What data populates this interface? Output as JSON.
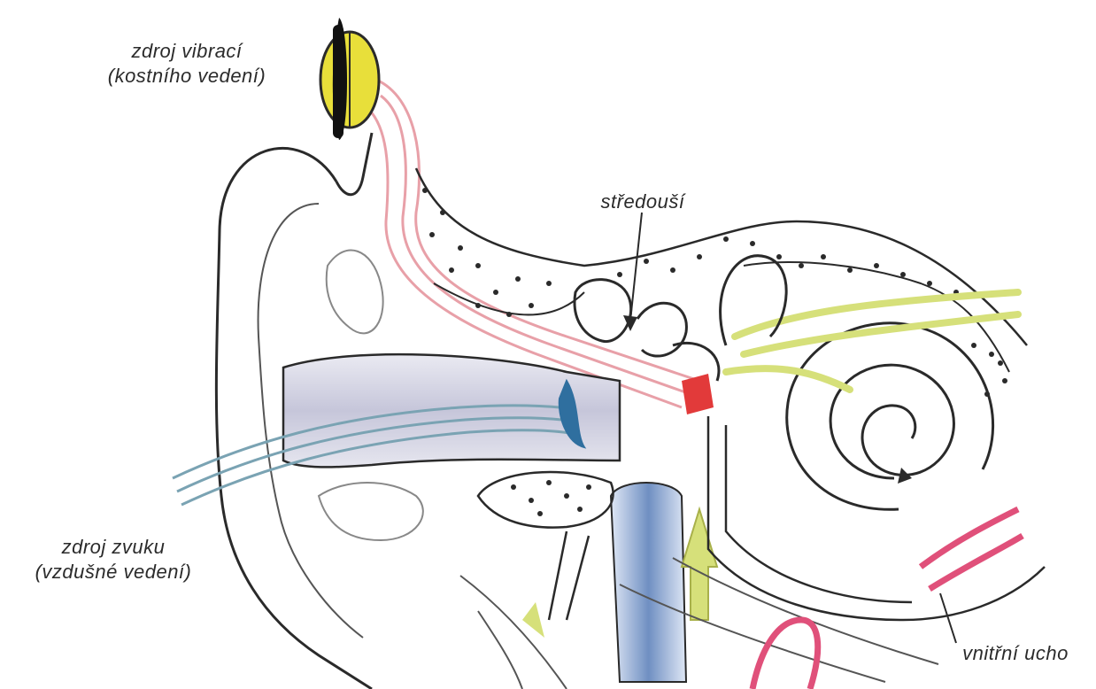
{
  "labels": {
    "bone_source": [
      "zdroj vibrací",
      "(kostního vedení)"
    ],
    "air_source": [
      "zdroj zvuku",
      "(vzdušné vedení)"
    ],
    "middle_ear": "středouší",
    "inner_ear": "vnitřní ucho"
  },
  "colors": {
    "outline": "#2a2a2a",
    "bone_path": "#e8a0a8",
    "vibrator": "#e8df3a",
    "canal_shade": "#c9c9dd",
    "air_waves": "#7aa3b3",
    "eardrum_blue": "#2f6f9f",
    "stapes_red": "#e23a3a",
    "nerve_yellow": "#d6e07a",
    "tube_blue": "#6f8fc2",
    "vessel_pink": "#e0507a"
  },
  "icons": [
    "vibrator-icon"
  ]
}
